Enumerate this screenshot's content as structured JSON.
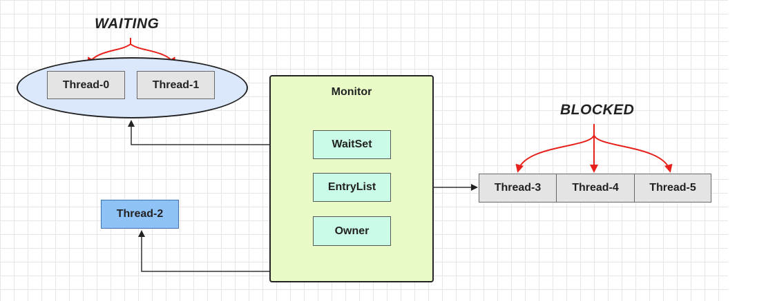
{
  "waiting": {
    "title": "WAITING",
    "threads": [
      "Thread-0",
      "Thread-1"
    ]
  },
  "monitor": {
    "title": "Monitor",
    "wait_set": "WaitSet",
    "entry_list": "EntryList",
    "owner": "Owner"
  },
  "owner_thread": "Thread-2",
  "blocked": {
    "title": "BLOCKED",
    "threads": [
      "Thread-3",
      "Thread-4",
      "Thread-5"
    ]
  },
  "colors": {
    "red_arrow": "#e8201b",
    "waiting_fill": "#dbe8fb",
    "monitor_fill": "#e9fcc8",
    "slot_fill": "#c9fbe6",
    "owner_thread_fill": "#8fc2f7",
    "thread_fill": "#e4e4e4"
  }
}
